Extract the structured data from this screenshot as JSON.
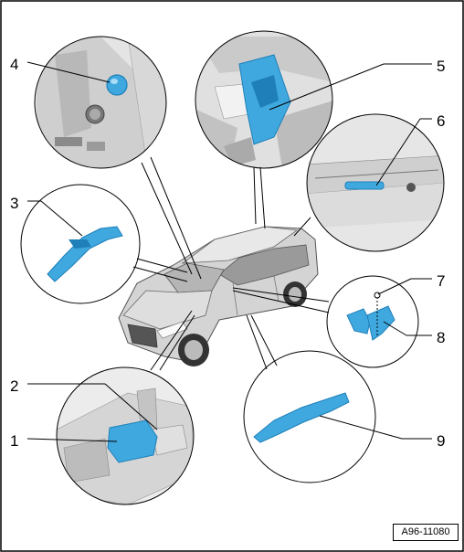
{
  "figure_id": "A96-11080",
  "callouts": {
    "c1": "1",
    "c2": "2",
    "c3": "3",
    "c4": "4",
    "c5": "5",
    "c6": "6",
    "c7": "7",
    "c8": "8",
    "c9": "9"
  },
  "colors": {
    "part_highlight": "#3fa9df",
    "part_dark": "#1f7fb8",
    "line": "#000000",
    "body_grey": "#d9d9d9"
  }
}
